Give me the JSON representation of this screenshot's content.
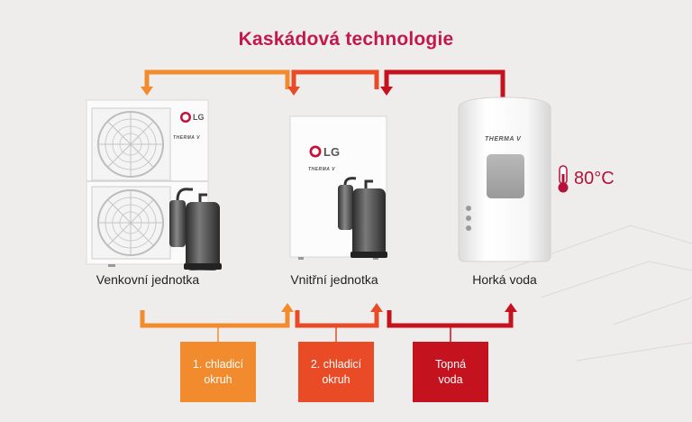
{
  "title": "Kaskádová technologie",
  "units": {
    "outdoor": {
      "label": "Venkovní jednotka",
      "logo": "LG",
      "brand": "THERMA V"
    },
    "indoor": {
      "label": "Vnitřní jednotka",
      "logo": "LG",
      "brand": "THERMA V"
    },
    "tank": {
      "label": "Horká voda",
      "brand": "THERMA V",
      "temperature": "80°C"
    }
  },
  "circuits": [
    {
      "label": "1. chladicí\nokruh",
      "color": "#f28a2e"
    },
    {
      "label": "2. chladicí\nokruh",
      "color": "#e84b26"
    },
    {
      "label": "Topná\nvoda",
      "color": "#c4121f"
    }
  ],
  "colors": {
    "title": "#c2184b",
    "orange": "#f28a2e",
    "red_orange": "#e84b26",
    "red": "#c4121f"
  }
}
